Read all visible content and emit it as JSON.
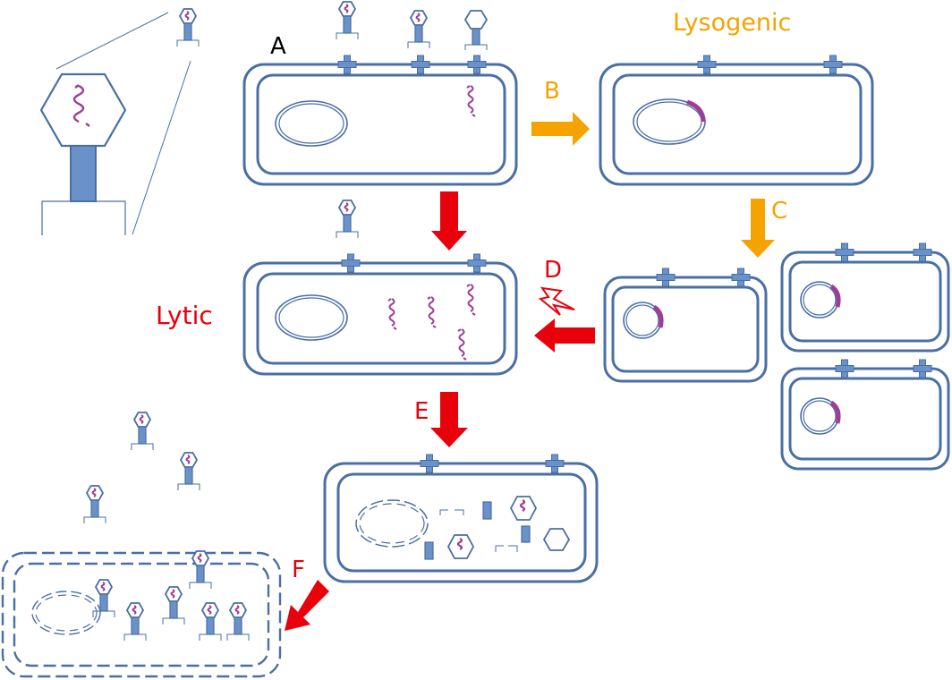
{
  "labels": {
    "a": "A",
    "b": "B",
    "c": "C",
    "d": "D",
    "e": "E",
    "f": "F",
    "lysogenic": "Lysogenic",
    "lytic": "Lytic"
  },
  "colors": {
    "membrane": "#4a6fa5",
    "phage_fill": "#6a92c8",
    "dna": "#a03c96",
    "lytic": "#e8000b",
    "lysogenic": "#f5a300",
    "text": "#000000"
  }
}
